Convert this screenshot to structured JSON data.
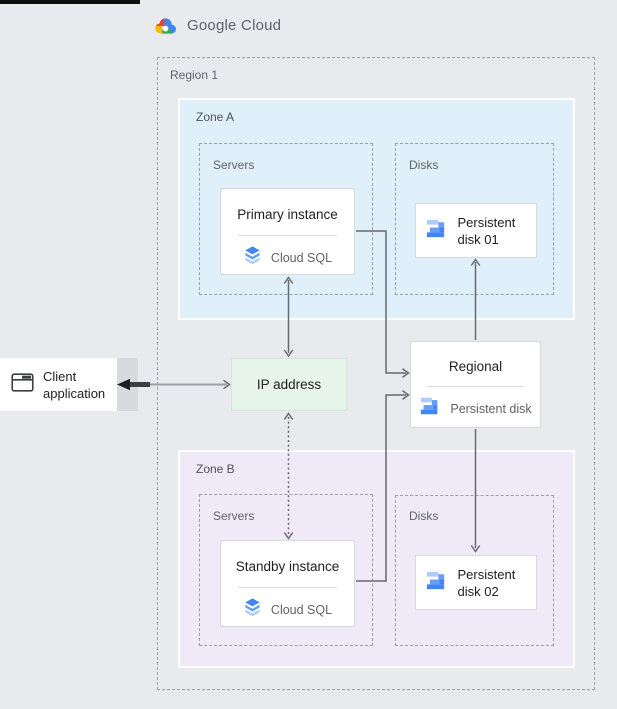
{
  "header": {
    "logo": {
      "brand": "Google",
      "product": "Cloud"
    }
  },
  "diagram": {
    "region": {
      "label": "Region 1"
    },
    "zone_a": {
      "label": "Zone A",
      "servers_group": {
        "label": "Servers"
      },
      "primary_card": {
        "title": "Primary instance",
        "product": "Cloud SQL"
      },
      "disks_group": {
        "label": "Disks"
      },
      "disk_card": {
        "title": "Persistent disk 01"
      }
    },
    "zone_b": {
      "label": "Zone B",
      "servers_group": {
        "label": "Servers"
      },
      "standby_card": {
        "title": "Standby instance",
        "product": "Cloud SQL"
      },
      "disks_group": {
        "label": "Disks"
      },
      "disk_card": {
        "title": "Persistent disk 02"
      }
    },
    "ip_box": {
      "label": "IP address"
    },
    "regional_card": {
      "title": "Regional",
      "subtitle": "Persistent disk"
    },
    "client_card": {
      "title": "Client application"
    }
  },
  "icons": {
    "logo": "google-cloud-multicolor-cloud",
    "cloud_sql": "blue-stacked-layers",
    "persistent_disk": "blue-stepped-blocks",
    "client_app": "application-window"
  },
  "colors": {
    "background": "#e8eaed",
    "zone_a_bg": "#dff0fb",
    "zone_b_bg": "#f0e9f8",
    "ip_bg": "#e7f4ea",
    "card_border": "#d7d9dc",
    "dashed_border": "#9aa0a6",
    "label_text": "#5f6368",
    "title_text": "#202124",
    "arrow": "#66696d",
    "google_blue": "#4285f4",
    "google_blue_medium": "#669df6",
    "google_blue_light": "#aecbfa",
    "google_red": "#ea4335",
    "google_yellow": "#fbbc04",
    "google_green": "#34a853"
  }
}
